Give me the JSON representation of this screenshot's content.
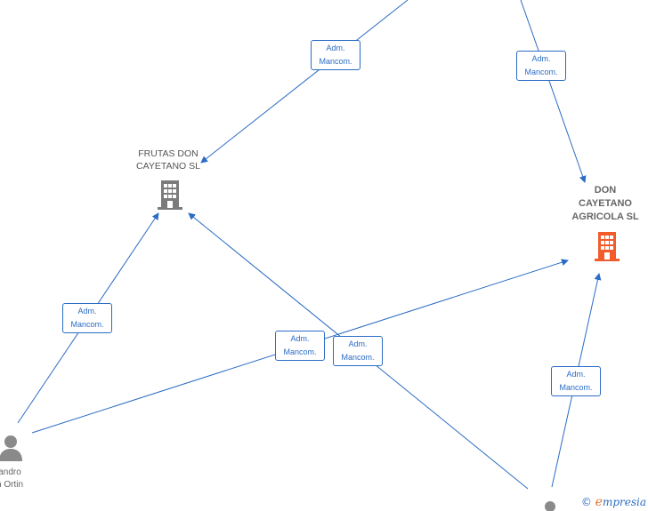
{
  "colors": {
    "edge": "#2b6cc4",
    "company_grey": "#7b7b7b",
    "company_highlight": "#f25c2a",
    "person": "#8a8a8a"
  },
  "nodes": {
    "frutas": {
      "name": "FRUTAS DON\nCAYETANO  SL",
      "icon": "building-icon"
    },
    "agricola": {
      "name": "DON\nCAYETANO\nAGRICOLA  SL",
      "icon": "building-icon"
    },
    "person_left": {
      "name": "jandro\nn Ortin",
      "icon": "person-icon"
    },
    "person_bottom": {
      "name": "",
      "icon": "person-icon"
    }
  },
  "edges": [
    {
      "label": "Adm.\nMancom."
    },
    {
      "label": "Adm.\nMancom."
    },
    {
      "label": "Adm.\nMancom."
    },
    {
      "label": "Adm.\nMancom."
    },
    {
      "label": "Adm.\nMancom."
    },
    {
      "label": "Adm.\nMancom."
    }
  ],
  "footer": {
    "copyright_symbol": "©",
    "brand_initial": "e",
    "brand_rest": "mpresia"
  }
}
